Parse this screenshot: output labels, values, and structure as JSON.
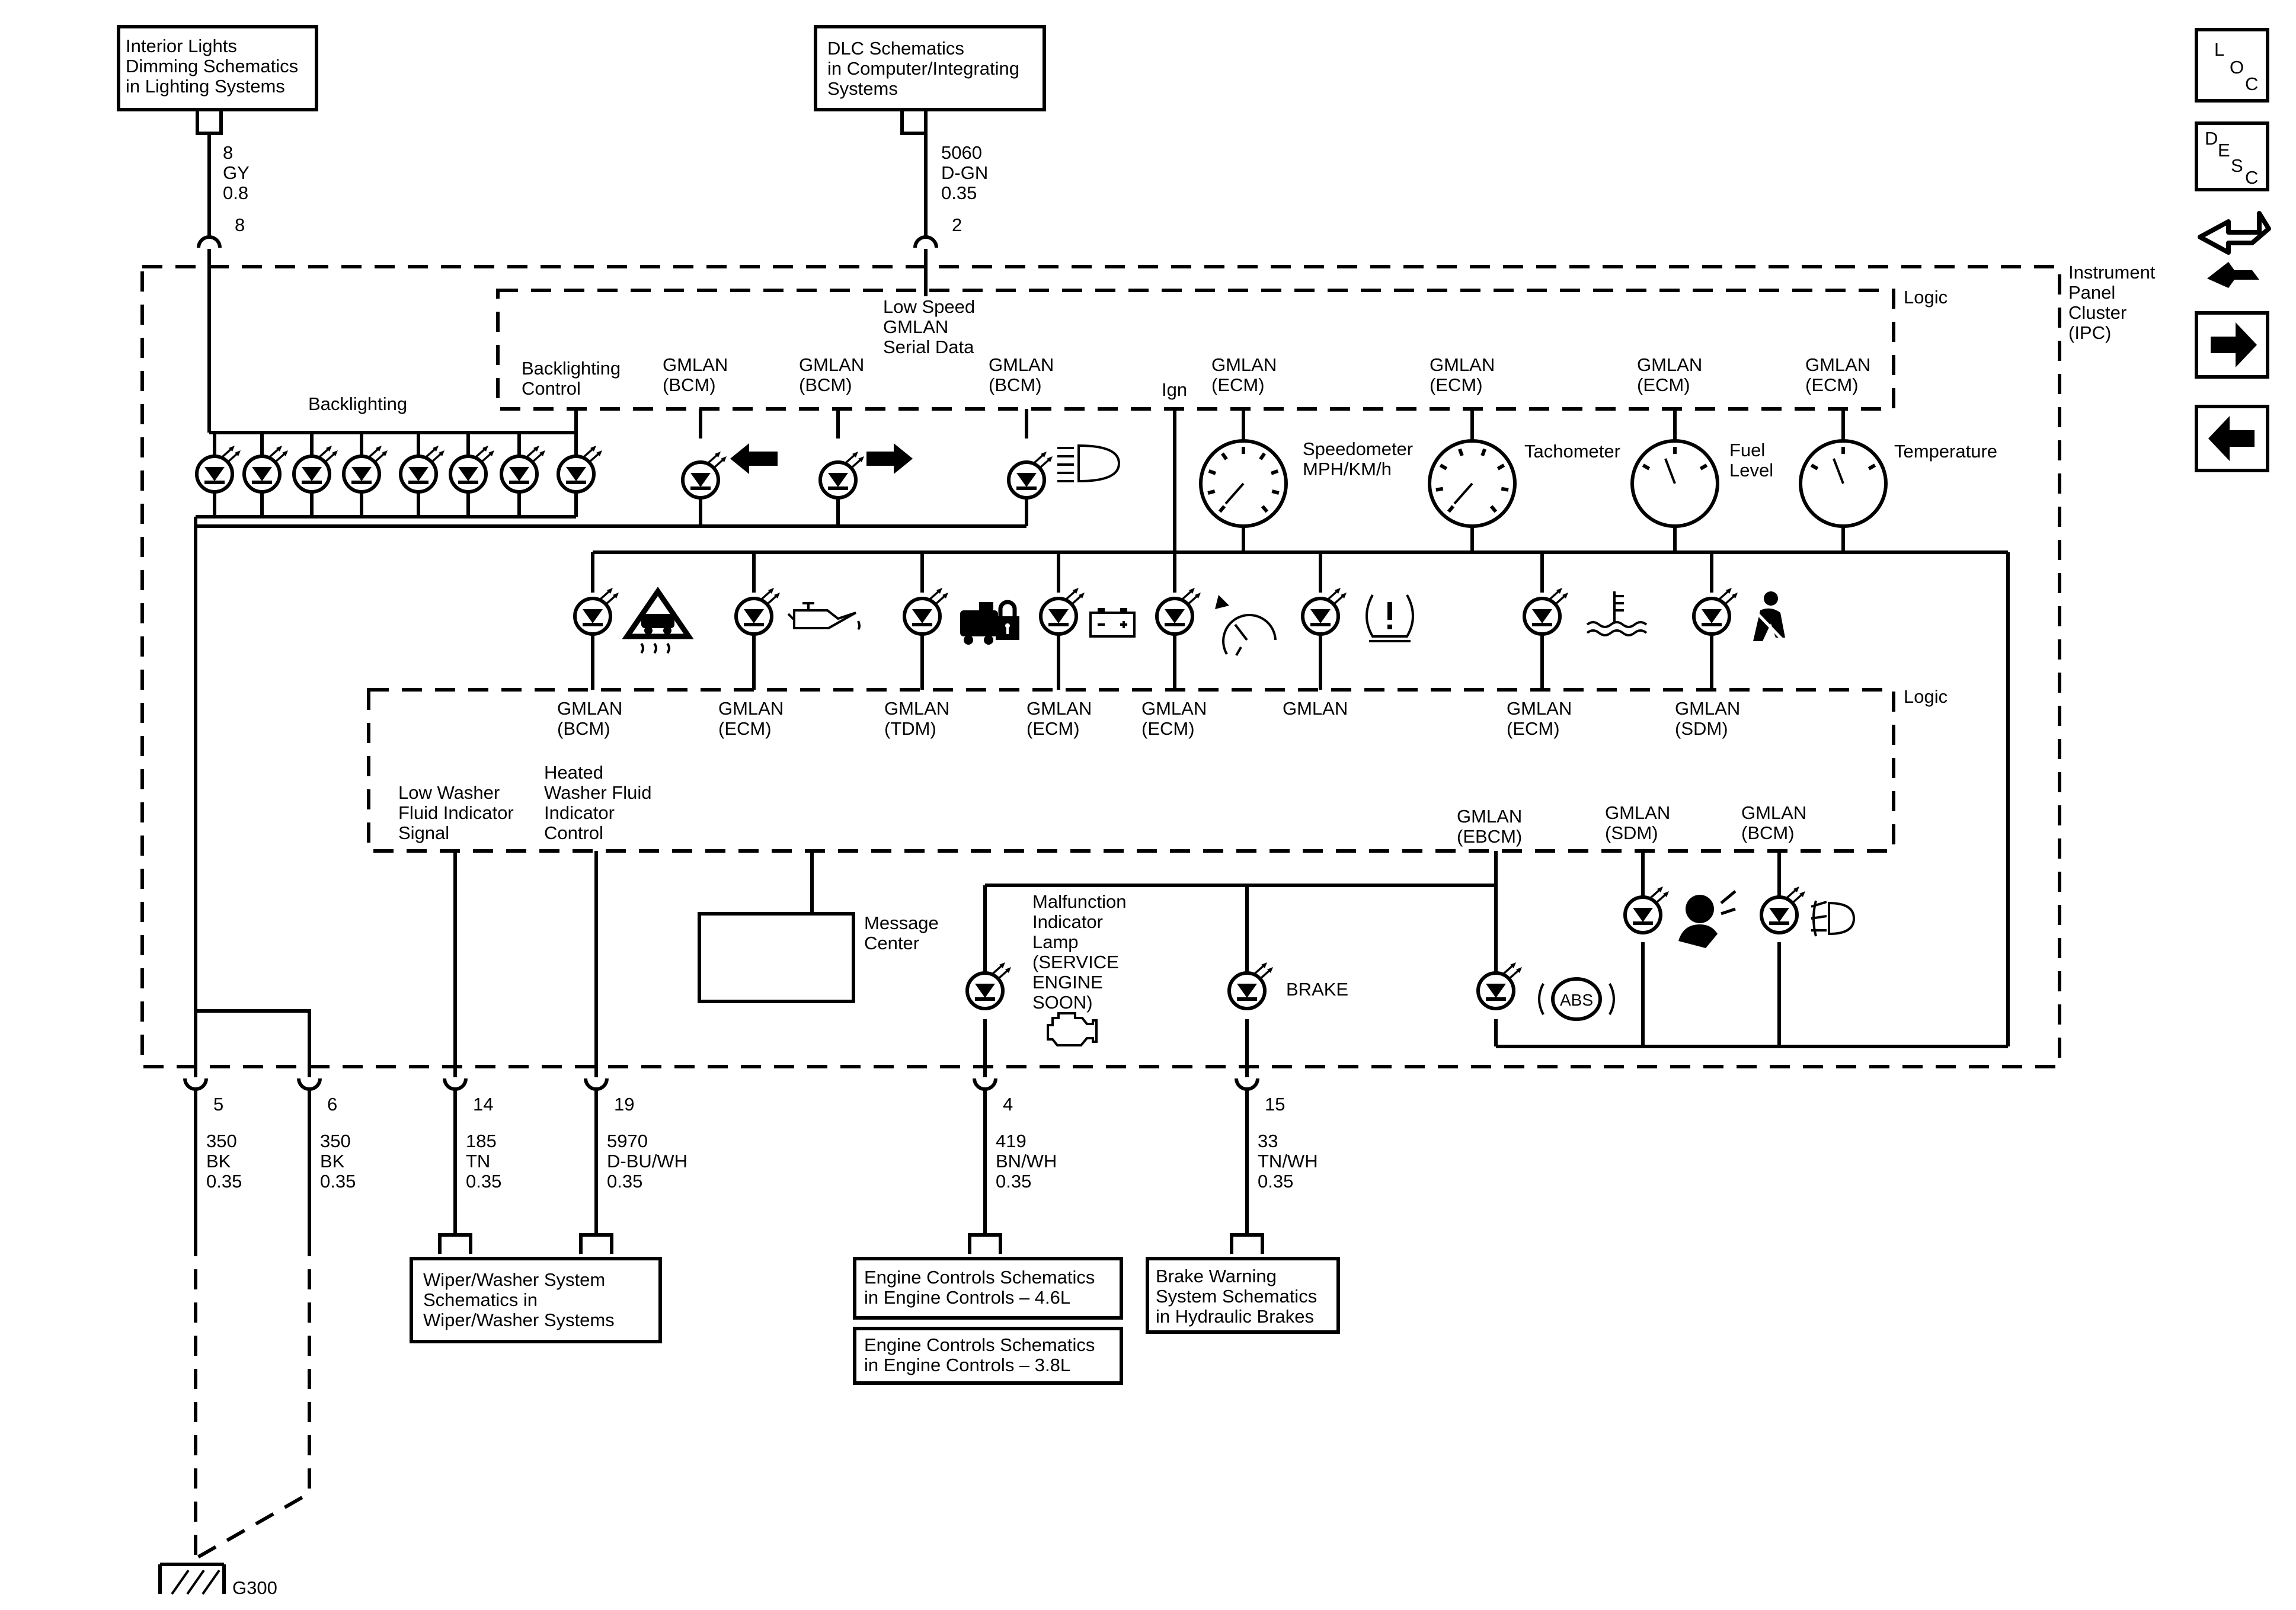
{
  "refs": {
    "interior_lights": [
      "Interior Lights",
      "Dimming Schematics",
      "in Lighting Systems"
    ],
    "dlc": [
      "DLC Schematics",
      "in Computer/Integrating",
      "Systems"
    ],
    "wiper": [
      "Wiper/Washer System",
      "Schematics in",
      "Wiper/Washer Systems"
    ],
    "engine46": [
      "Engine Controls Schematics",
      "in Engine Controls – 4.6L"
    ],
    "engine38": [
      "Engine Controls Schematics",
      "in Engine Controls – 3.8L"
    ],
    "brake_warning": [
      "Brake Warning",
      "System Schematics",
      "in Hydraulic Brakes"
    ]
  },
  "top_wires": {
    "w8": {
      "circuit": "8",
      "color": "GY",
      "size": "0.8",
      "pin": "8"
    },
    "w5060": {
      "circuit": "5060",
      "color": "D-GN",
      "size": "0.35",
      "pin": "2"
    }
  },
  "bottom_wires": [
    {
      "pin": "5",
      "circuit": "350",
      "color": "BK",
      "size": "0.35"
    },
    {
      "pin": "6",
      "circuit": "350",
      "color": "BK",
      "size": "0.35"
    },
    {
      "pin": "14",
      "circuit": "185",
      "color": "TN",
      "size": "0.35"
    },
    {
      "pin": "19",
      "circuit": "5970",
      "color": "D-BU/WH",
      "size": "0.35"
    },
    {
      "pin": "4",
      "circuit": "419",
      "color": "BN/WH",
      "size": "0.35"
    },
    {
      "pin": "15",
      "circuit": "33",
      "color": "TN/WH",
      "size": "0.35"
    }
  ],
  "ground": "G300",
  "component": [
    "Instrument",
    "Panel",
    "Cluster",
    "(IPC)"
  ],
  "logic_label": "Logic",
  "upper": {
    "serial_data": [
      "Low Speed",
      "GMLAN",
      "Serial Data"
    ],
    "backlight_control": [
      "Backlighting",
      "Control"
    ],
    "backlighting": "Backlighting",
    "gmlan_bcm": [
      "GMLAN",
      "(BCM)"
    ],
    "gmlan_ecm": [
      "GMLAN",
      "(ECM)"
    ],
    "ign": "Ign",
    "gauges": {
      "speedometer": [
        "Speedometer",
        "MPH/KM/h"
      ],
      "tachometer": "Tachometer",
      "fuel": [
        "Fuel",
        "Level"
      ],
      "temperature": "Temperature"
    }
  },
  "lower": {
    "sources": [
      [
        "GMLAN",
        "(BCM)"
      ],
      [
        "GMLAN",
        "(ECM)"
      ],
      [
        "GMLAN",
        "(TDM)"
      ],
      [
        "GMLAN",
        "(ECM)"
      ],
      [
        "GMLAN",
        "(ECM)"
      ],
      [
        "GMLAN"
      ],
      [
        "GMLAN",
        "(ECM)"
      ],
      [
        "GMLAN",
        "(SDM)"
      ]
    ],
    "washer_signal": [
      "Low Washer",
      "Fluid Indicator",
      "Signal"
    ],
    "heated_washer": [
      "Heated",
      "Washer Fluid",
      "Indicator",
      "Control"
    ],
    "ebcm": [
      "GMLAN",
      "(EBCM)"
    ],
    "sdm": [
      "GMLAN",
      "(SDM)"
    ],
    "bcm": [
      "GMLAN",
      "(BCM)"
    ],
    "message_center": [
      "Message",
      "Center"
    ],
    "mil": [
      "Malfunction",
      "Indicator",
      "Lamp",
      "(SERVICE",
      "ENGINE",
      "SOON)"
    ],
    "brake": "BRAKE",
    "abs": "ABS"
  },
  "nav": {
    "loc": [
      "L",
      "O",
      "C"
    ],
    "desc": [
      "D",
      "E",
      "S",
      "C"
    ]
  }
}
